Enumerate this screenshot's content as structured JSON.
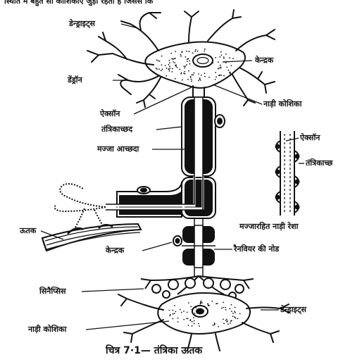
{
  "top_text": "स्थिति में बहुत सी कोशिकाएं जुड़ी रहती हैं जिससे कि",
  "caption": "चित्र 7·1— तंत्रिका ऊतक",
  "labels": {
    "dendrites_top": "डेन्ड्राइट्स",
    "nucleus_top": "केन्द्रक",
    "dendron": "डेंड्रॉन",
    "nerve_cell_top": "नाड़ी कोशिका",
    "axon_left": "ऐक्सॉन",
    "neurilemma_left": "तंत्रिकाच्छद",
    "myelin_sheath": "मज्जा आच्छदा",
    "axon_right": "ऐक्सॉन",
    "neurilemma_right": "तंत्रिकाच्छ",
    "tissue": "ऊतक",
    "nonmyelinated_fiber": "मज्जारहित नाड़ी रेशा",
    "nucleus_mid": "केन्द्रक",
    "node_of_ranvier": "रैनवियर की नोड",
    "synapse": "सिनैप्सिस",
    "dendrites_bottom": "डेन्ड्राइट्स",
    "nerve_cell_bottom": "नाड़ी कोशिका"
  }
}
